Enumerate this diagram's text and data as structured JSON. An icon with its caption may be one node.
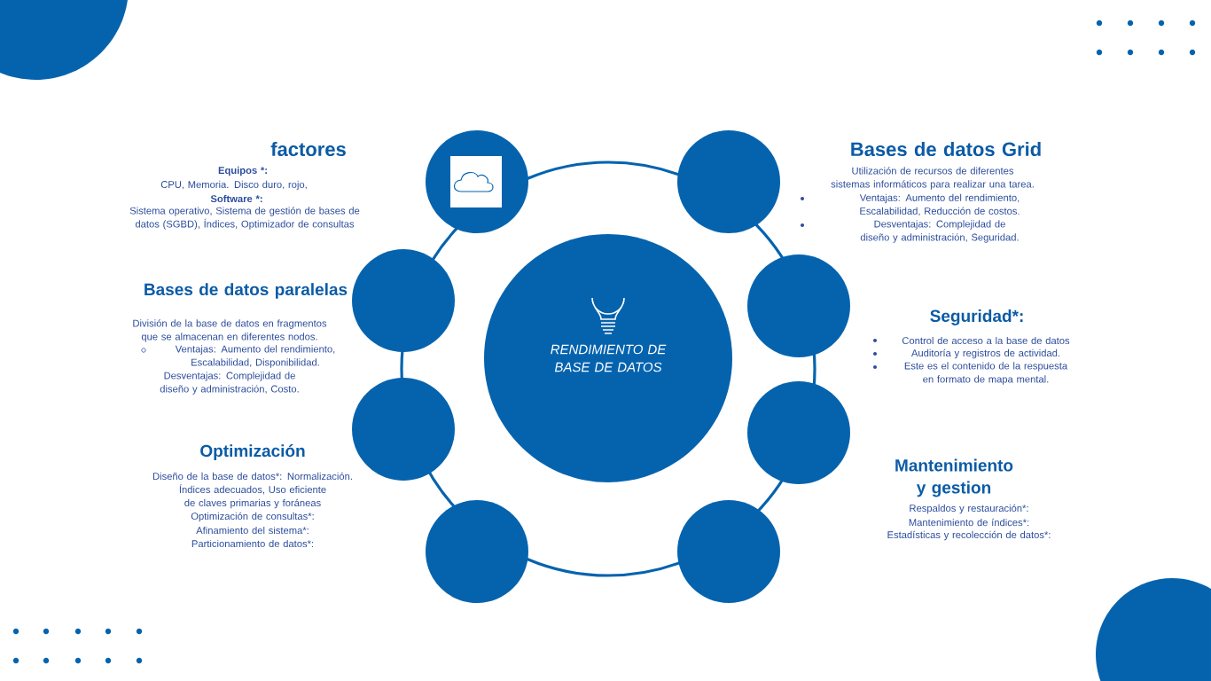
{
  "diagram": {
    "nodes": [
      {
        "text": [
          "RENDIMIENTO DE BASE DE DATOS"
        ]
      },
      {
        "text": [],
        "shape": "circle"
      },
      {
        "text": [],
        "shape": "circle"
      },
      {
        "text": [],
        "shape": "circle"
      },
      {
        "text": [],
        "shape": "circle"
      },
      {
        "text": [],
        "shape": "circle"
      },
      {
        "text": [],
        "shape": "circle"
      },
      {
        "text": [],
        "shape": "circle"
      },
      {
        "text": [],
        "shape": "circle"
      }
    ],
    "labels": [
      "factores",
      "Equipos *:",
      "CPU, Memoria. Disco duro, rojo,",
      "Software *:",
      "Sistema operativo, Sistema de gestión de bases de datos (SGBD), Índices, Optimizador de consultas",
      "Bases de datos paralelas",
      "División de la base de datos en fragmentos que se almacenan en diferentes nodos.",
      "Ventajas: Aumento del rendimiento, Escalabilidad, Disponibilidad.",
      "Desventajas: Complejidad de diseño y administración, Costo.",
      "Optimización",
      "Diseño de la base de datos*: Normalización. Índices adecuados, Uso eficiente de claves primarias y foráneas",
      "Optimización de consultas*:",
      "Afinamiento del sistema*:",
      "Particionamiento de datos*:",
      "Bases de datos Grid",
      "Utilización de recursos de diferentes sistemas informáticos para realizar una tarea.",
      "Ventajas: Aumento del rendimiento, Escalabilidad, Reducción de costos.",
      "Desventajas: Complejidad de diseño y administración, Seguridad.",
      "Seguridad*:",
      "Control de acceso a la base de datos",
      "Auditoría y registros de actividad.",
      "Este es el contenido de la respuesta en formato de mapa mental.",
      "Mantenimiento y gestion",
      "Respaldos y restauración*:",
      "Mantenimiento de índices*:",
      "Estadísticas y recolección de datos*:"
    ]
  }
}
